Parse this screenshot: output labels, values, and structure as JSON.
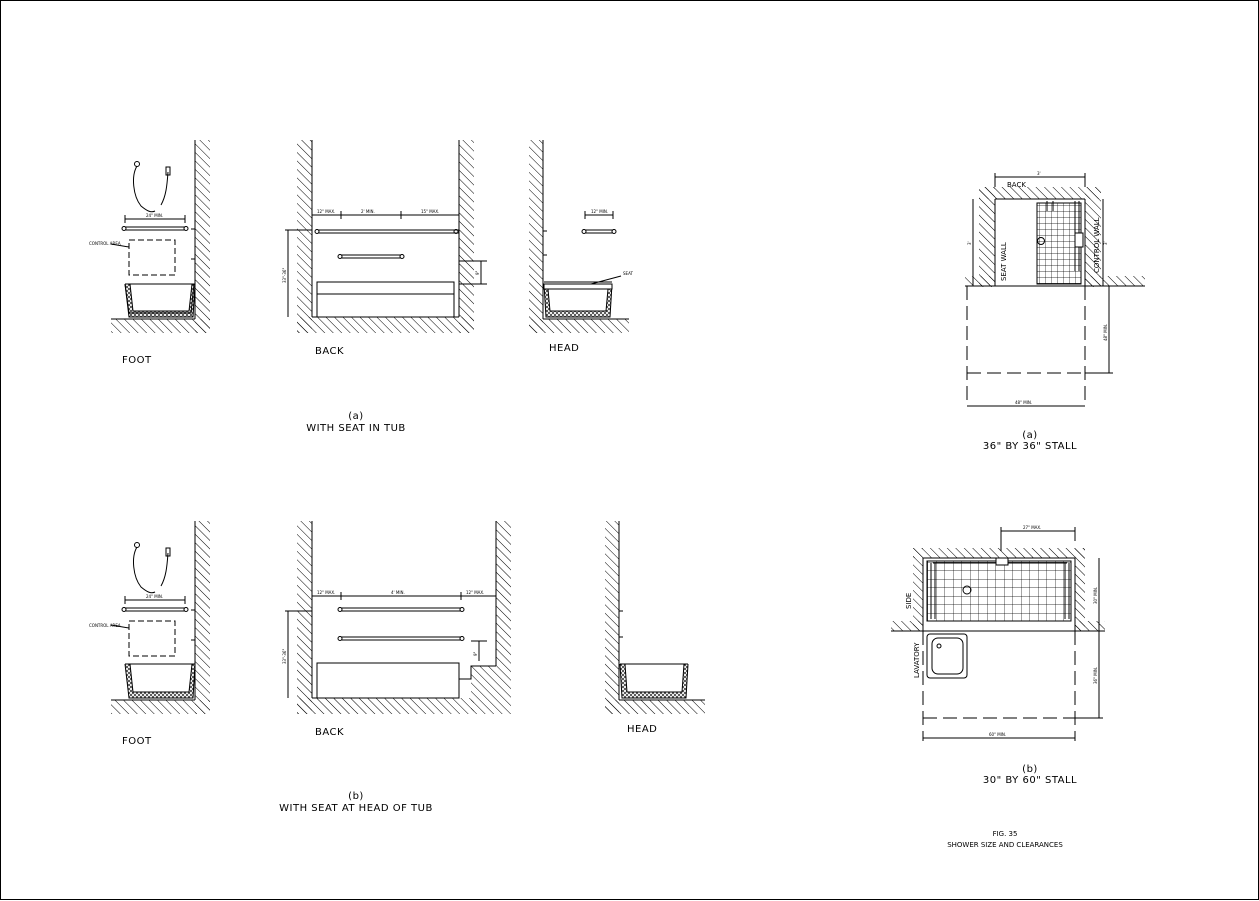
{
  "tub_a": {
    "view_foot": "FOOT",
    "view_back": "BACK",
    "view_head": "HEAD",
    "caption_letter": "(a)",
    "caption": "WITH SEAT IN TUB",
    "control_area": "CONTROL AREA",
    "dim_foot_grab": "24\" MIN.",
    "dim_back_left": "12\" MAX.",
    "dim_back_mid": "2' MIN.",
    "dim_back_right": "15\" MAX.",
    "dim_back_height": "33\"-36\"",
    "dim_back_seat": "9\"",
    "dim_head_grab": "12\" MIN.",
    "seat_label": "SEAT"
  },
  "tub_b": {
    "view_foot": "FOOT",
    "view_back": "BACK",
    "view_head": "HEAD",
    "caption_letter": "(b)",
    "caption": "WITH SEAT AT HEAD OF TUB",
    "control_area": "CONTROL AREA",
    "dim_foot_grab": "24\" MIN.",
    "dim_back_left": "12\" MAX.",
    "dim_back_mid": "4' MIN.",
    "dim_back_right": "12\" MAX.",
    "dim_back_height": "33\"-36\"",
    "dim_back_seat": "9\""
  },
  "stall_a": {
    "back": "BACK",
    "seat_wall": "SEAT WALL",
    "control_wall": "CONTROL WALL",
    "dim_top": "3'",
    "dim_left": "3'",
    "dim_right": "3'",
    "dim_clear_depth": "48\" MIN.",
    "dim_clear_width": "48\" MIN.",
    "caption_letter": "(a)",
    "caption": "36\" BY 36\" STALL"
  },
  "stall_b": {
    "side": "SIDE",
    "lavatory": "LAVATORY",
    "dim_top": "27\" MAX.",
    "dim_right": "30\" MIN.",
    "dim_clear_depth": "36\" MIN.",
    "dim_clear_width": "60\" MIN.",
    "caption_letter": "(b)",
    "caption": "30\" BY 60\" STALL"
  },
  "figure": {
    "number": "FIG. 35",
    "title": "SHOWER SIZE AND CLEARANCES"
  }
}
